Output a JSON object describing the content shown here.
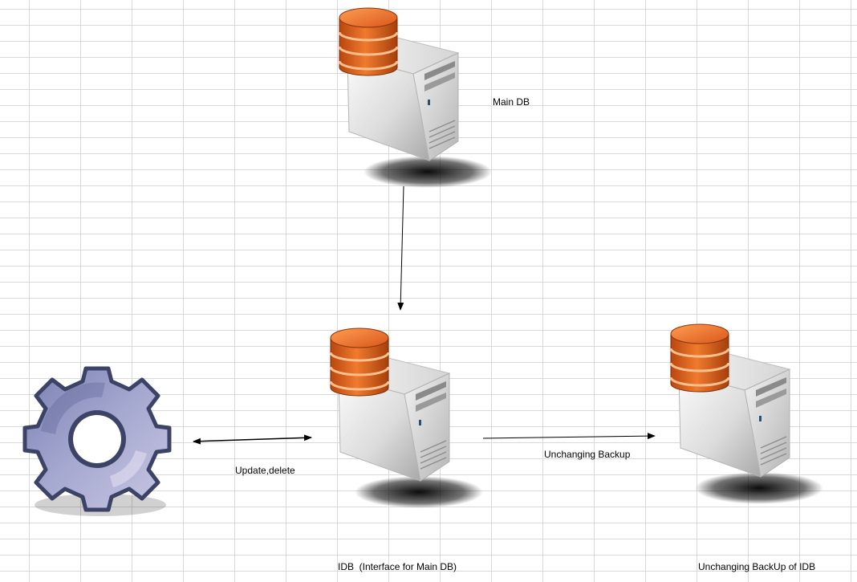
{
  "nodes": {
    "main_db": {
      "label": "Main DB"
    },
    "idb": {
      "label": "IDB  (Interface for Main DB)"
    },
    "backup": {
      "label": "Unchanging BackUp of IDB"
    },
    "process": {
      "icon": "gear-icon"
    }
  },
  "edges": {
    "main_to_idb": {
      "label": ""
    },
    "gear_idb": {
      "label": "Update,delete"
    },
    "idb_to_backup": {
      "label": "Unchanging Backup"
    }
  },
  "colors": {
    "db_orange": "#e8641a",
    "db_orange_dark": "#a8400c",
    "db_stripe": "#ffb27a",
    "gear_fill": "#8f93c0",
    "gear_stroke": "#3c4366",
    "server_body": "#e6e6e6"
  }
}
